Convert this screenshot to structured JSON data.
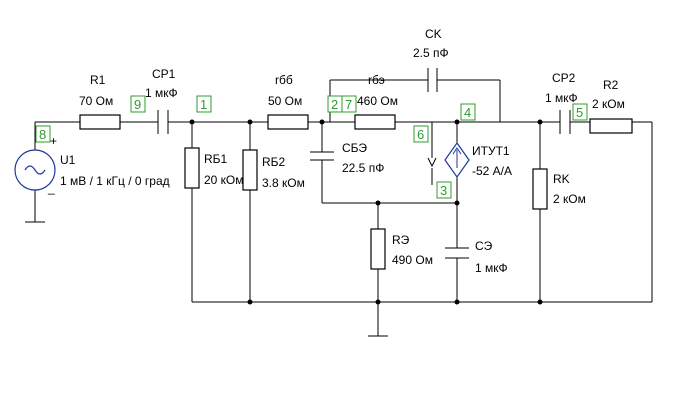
{
  "components": {
    "R1": {
      "name": "R1",
      "value": "70 Ом"
    },
    "CP1": {
      "name": "CP1",
      "value": "1 мкФ"
    },
    "RB1": {
      "name": "RБ1",
      "value": "20 кОм"
    },
    "RB2": {
      "name": "RБ2",
      "value": "3.8 кОм"
    },
    "rbb": {
      "name": "rбб",
      "value": "50 Ом"
    },
    "rbe": {
      "name": "rбэ",
      "value": "460 Ом"
    },
    "CBE": {
      "name": "CБЭ",
      "value": "22.5 пФ"
    },
    "CK": {
      "name": "CK",
      "value": "2.5 пФ"
    },
    "ITUT": {
      "name": "ИТУТ1",
      "value": "-52 А/А"
    },
    "RE": {
      "name": "RЭ",
      "value": "490 Ом"
    },
    "CE": {
      "name": "CЭ",
      "value": "1 мкФ"
    },
    "RK": {
      "name": "RK",
      "value": "2 кОм"
    },
    "CP2": {
      "name": "CP2",
      "value": "1 мкФ"
    },
    "R2": {
      "name": "R2",
      "value": "2 кОм"
    },
    "U1": {
      "name": "U1",
      "value": "1 мВ / 1 кГц / 0 град",
      "plus": "+",
      "minus": "_"
    }
  },
  "nodes": [
    "8",
    "9",
    "1",
    "2",
    "7",
    "6",
    "3",
    "4",
    "5"
  ]
}
